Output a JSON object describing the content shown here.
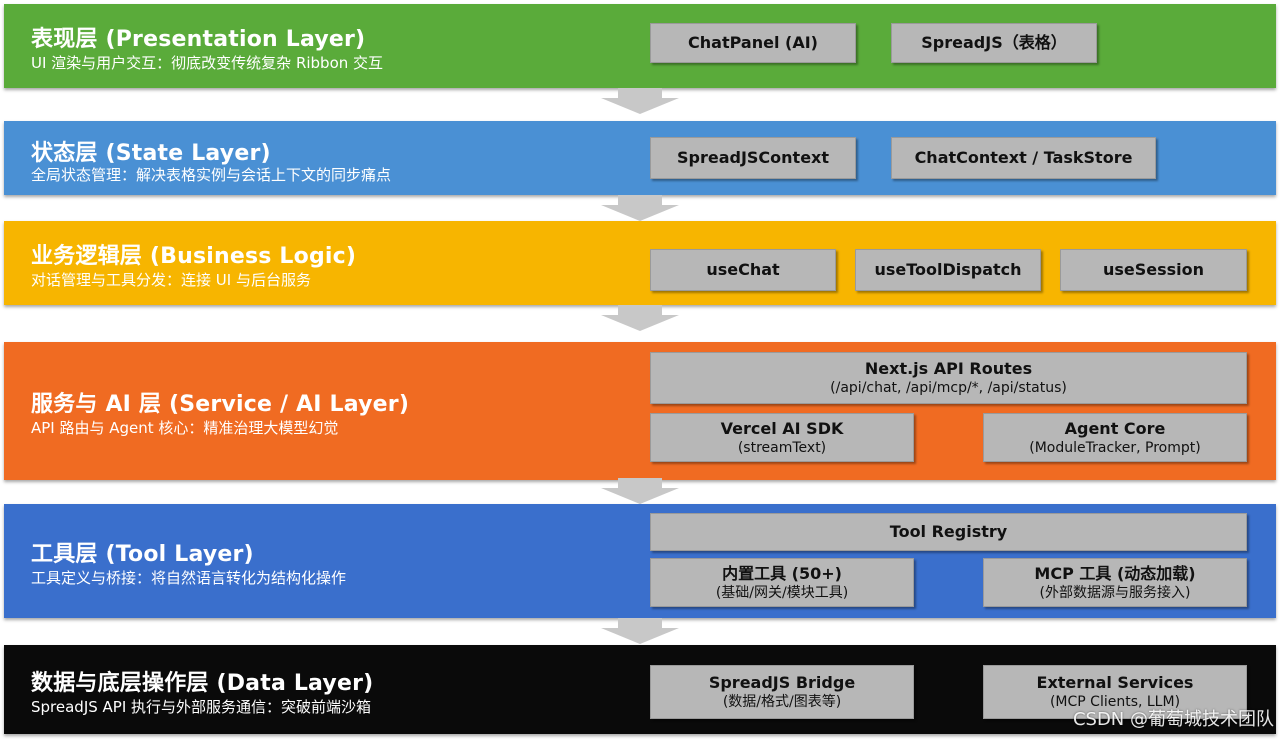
{
  "layers": [
    {
      "title": "表现层 (Presentation Layer)",
      "subtitle": "UI 渲染与用户交互：彻底改变传统复杂 Ribbon 交互",
      "color": "#5aab3a",
      "boxes": [
        {
          "title": "ChatPanel (AI)"
        },
        {
          "title": "SpreadJS（表格）"
        }
      ]
    },
    {
      "title": "状态层 (State Layer)",
      "subtitle": "全局状态管理：解决表格实例与会话上下文的同步痛点",
      "color": "#4a90d4",
      "boxes": [
        {
          "title": "SpreadJSContext"
        },
        {
          "title": "ChatContext / TaskStore"
        }
      ]
    },
    {
      "title": "业务逻辑层 (Business Logic)",
      "subtitle": "对话管理与工具分发：连接 UI 与后台服务",
      "color": "#f7b500",
      "boxes": [
        {
          "title": "useChat"
        },
        {
          "title": "useToolDispatch"
        },
        {
          "title": "useSession"
        }
      ]
    },
    {
      "title": "服务与 AI 层 (Service / AI Layer)",
      "subtitle": "API 路由与 Agent 核心：精准治理大模型幻觉",
      "color": "#f06b22",
      "boxes": [
        {
          "title": "Next.js API Routes",
          "sub": "(/api/chat, /api/mcp/*, /api/status)"
        },
        {
          "title": "Vercel AI SDK",
          "sub": "(streamText)"
        },
        {
          "title": "Agent Core",
          "sub": "(ModuleTracker, Prompt)"
        }
      ]
    },
    {
      "title": "工具层 (Tool Layer)",
      "subtitle": "工具定义与桥接：将自然语言转化为结构化操作",
      "color": "#3a6fcc",
      "boxes": [
        {
          "title": "Tool Registry"
        },
        {
          "title": "内置工具 (50+)",
          "sub": "(基础/网关/模块工具)"
        },
        {
          "title": "MCP 工具 (动态加载)",
          "sub": "(外部数据源与服务接入)"
        }
      ]
    },
    {
      "title": "数据与底层操作层 (Data Layer)",
      "subtitle": "SpreadJS API 执行与外部服务通信：突破前端沙箱",
      "color": "#0a0a0a",
      "boxes": [
        {
          "title": "SpreadJS Bridge",
          "sub": "(数据/格式/图表等)"
        },
        {
          "title": "External Services",
          "sub": "(MCP Clients, LLM)"
        }
      ]
    }
  ],
  "arrow_color": "#c8c8c8",
  "box_color": "#b7b7b7",
  "watermark": "CSDN @葡萄城技术团队"
}
